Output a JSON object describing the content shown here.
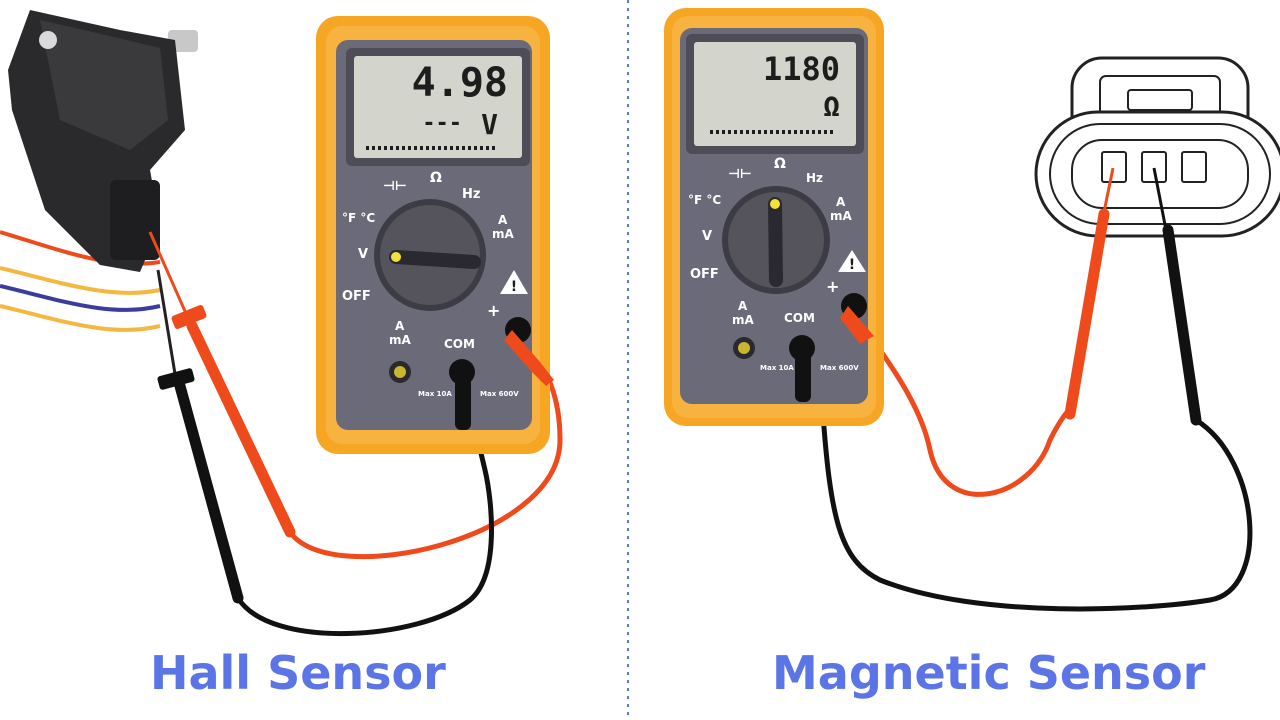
{
  "panels": {
    "hall": {
      "caption": "Hall Sensor",
      "display_value": "4.98",
      "display_unit": "V",
      "display_symbol": "---"
    },
    "magnetic": {
      "caption": "Magnetic Sensor",
      "display_value": "1180",
      "display_unit": "Ω"
    }
  },
  "meter_labels": {
    "temp": "°F °C",
    "volts": "V",
    "off": "OFF",
    "hz": "Hz",
    "amp": "A",
    "milliamp": "mA",
    "ohm": "Ω",
    "com": "COM",
    "plus": "+",
    "warning": "!",
    "max_current": "Max 10A",
    "max_voltage": "Max 600V"
  },
  "colors": {
    "meter_body": "#f6a623",
    "meter_face": "#6b6a78",
    "display_bg": "#d3d4cb",
    "red_lead": "#ee4a1c",
    "black_lead": "#121212",
    "caption": "#5b74e6",
    "divider": "#5b74e6"
  }
}
